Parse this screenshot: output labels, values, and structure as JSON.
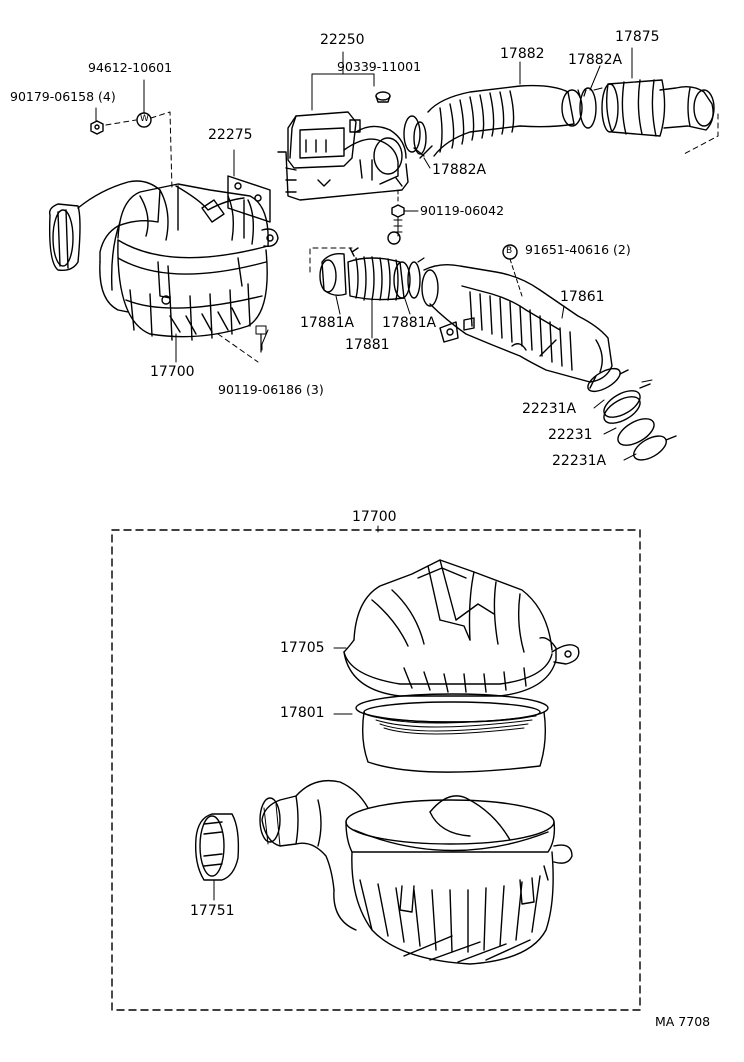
{
  "labels": {
    "p22250": "22250",
    "p90339": "90339-11001",
    "p17882": "17882",
    "p17882a_top": "17882A",
    "p17875": "17875",
    "p94612": "94612-10601",
    "p90179": "90179-06158 (4)",
    "p22275": "22275",
    "p17882a_mid": "17882A",
    "p90119_06042": "90119-06042",
    "p91651": "91651-40616 (2)",
    "p17861": "17861",
    "p17881a_l": "17881A",
    "p17881a_r": "17881A",
    "p17881": "17881",
    "p17700_top": "17700",
    "p90119_06186": "90119-06186 (3)",
    "p22231a_1": "22231A",
    "p22231": "22231",
    "p22231a_2": "22231A",
    "p17700_box": "17700",
    "p17705": "17705",
    "p17801": "17801",
    "p17751": "17751",
    "ref": "MA 7708"
  },
  "symbols": {
    "washer_symbol": "W",
    "bolt_symbol": "B"
  }
}
